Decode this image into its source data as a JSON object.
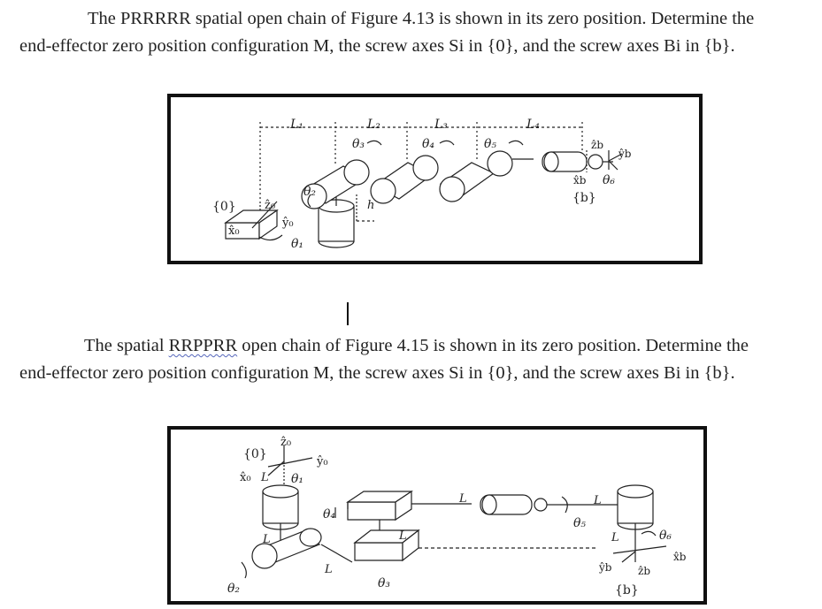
{
  "problems": [
    {
      "line1": "The PRRRRR spatial open chain of Figure 4.13 is shown in its zero position. Determine the",
      "line2": "end-effector zero position configuration M, the screw axes Si in {0}, and the screw axes Bi in {b}."
    },
    {
      "line1_pre": "The spatial ",
      "line1_word": "RRPPRR",
      "line1_post": " open chain of Figure 4.15 is shown in its zero position. Determine the",
      "line2": "end-effector zero position configuration M, the screw axes Si in {0}, and the screw axes Bi in {b}."
    }
  ],
  "figure_413": {
    "labels": {
      "frame0": "{0}",
      "z0": "ẑ₀",
      "x0": "x̂₀",
      "y0": "ŷ₀",
      "theta1": "θ₁",
      "theta2": "θ₂",
      "theta3": "θ₃",
      "theta4": "θ₄",
      "theta5": "θ₅",
      "theta6": "θ₆",
      "L1": "L₁",
      "L2": "L₂",
      "L3": "L₃",
      "L4": "L₄",
      "h": "h",
      "zb": "ẑb",
      "yb": "ŷb",
      "xb": "x̂b",
      "frameb": "{b}"
    }
  },
  "figure_415": {
    "labels": {
      "frame0": "{0}",
      "z0": "ẑ₀",
      "y0": "ŷ₀",
      "x0": "x̂₀",
      "L": "L",
      "theta1": "θ₁",
      "theta2": "θ₂",
      "theta3": "θ₃",
      "theta4": "θ₄",
      "theta5": "θ₅",
      "theta6": "θ₆",
      "yb": "ŷb",
      "zb": "ẑb",
      "xb": "x̂b",
      "frameb": "{b}"
    }
  }
}
